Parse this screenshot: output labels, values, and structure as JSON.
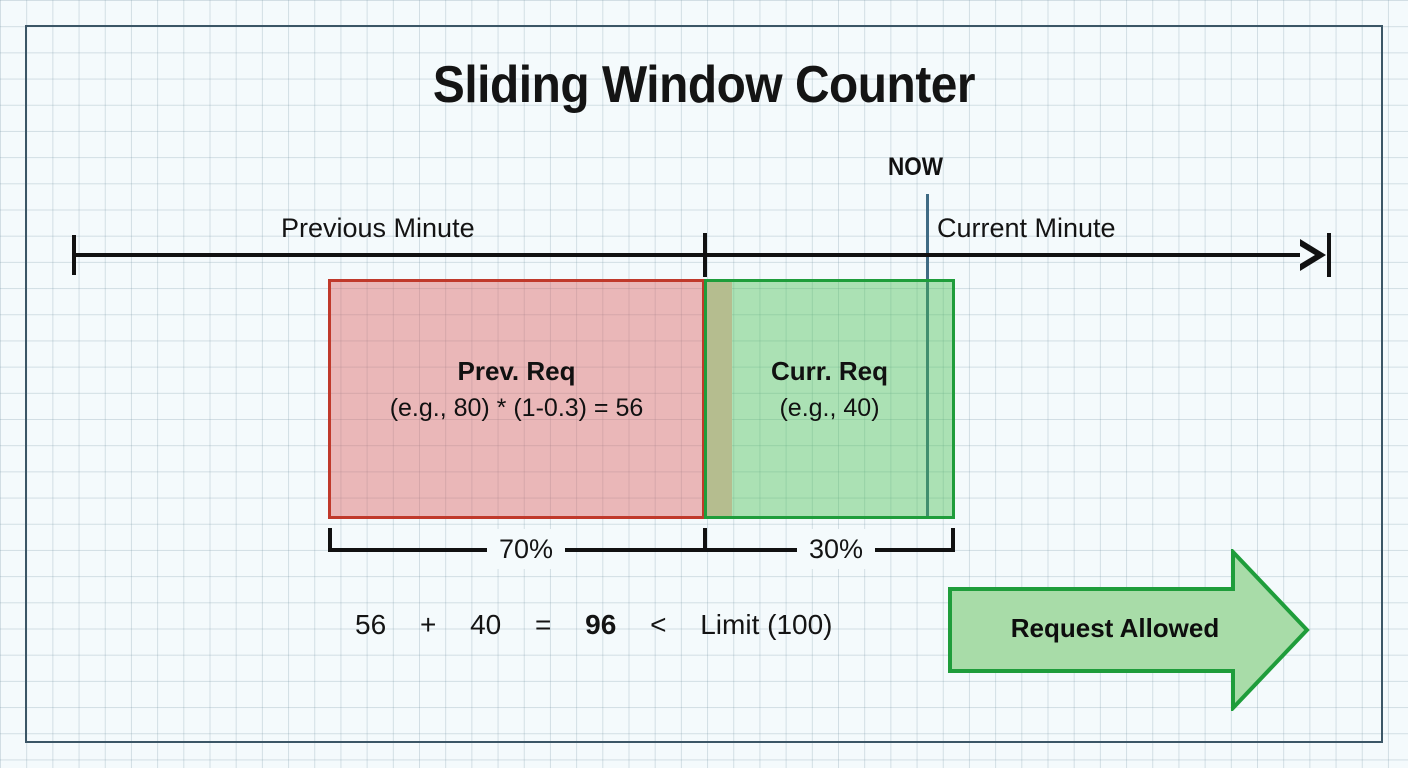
{
  "diagram": {
    "title": "Sliding Window Counter",
    "frame_color": "#3b5666",
    "background_color": "#f4fafc"
  },
  "timeline": {
    "now_marker": {
      "label": "NOW",
      "line_color": "#3f6b84"
    },
    "previous_period_label": "Previous Minute",
    "current_period_label": "Current Minute",
    "axis_color": "#111111"
  },
  "windows": {
    "previous": {
      "title": "Prev. Req",
      "subtitle": "(e.g., 80) * (1-0.3) = 56",
      "fill_color": "#e8a7a7",
      "border_color": "#c0392b",
      "percent_label": "70%"
    },
    "current": {
      "title": "Curr. Req",
      "subtitle": "(e.g., 40)",
      "fill_color": "#a8dca8",
      "border_color": "#1f9d3b",
      "percent_label": "30%"
    },
    "overlap_color": "#b5bd8f"
  },
  "equation": {
    "prev_count": "56",
    "plus": "+",
    "curr_count": "40",
    "equals": "=",
    "total": "96",
    "comparator": "<",
    "limit_text": "Limit (100)"
  },
  "verdict": {
    "label": "Request Allowed",
    "fill_color": "#a8dca8",
    "border_color": "#1f9d3b"
  }
}
